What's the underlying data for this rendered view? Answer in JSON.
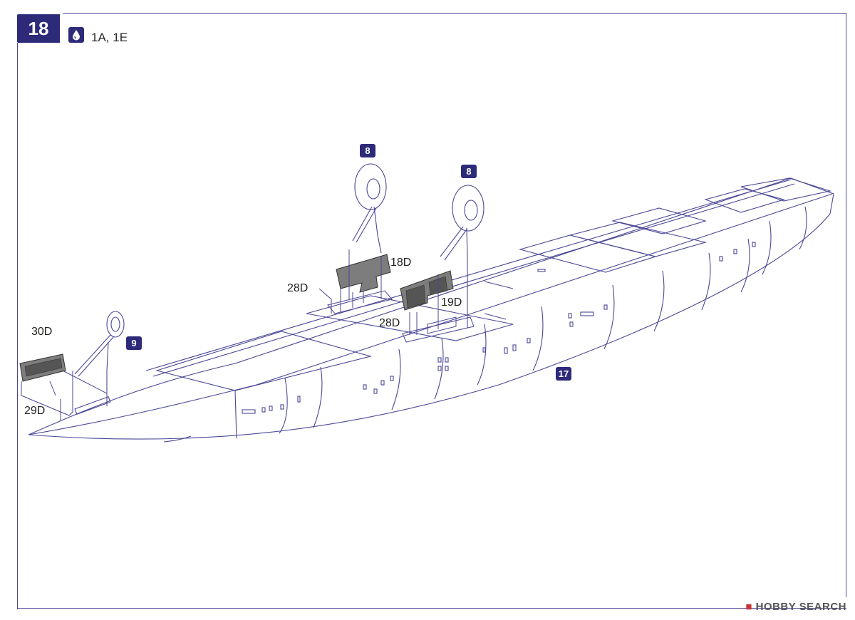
{
  "header": {
    "step_number": "18",
    "glue_parts": "1A, 1E"
  },
  "step_refs": {
    "main_gear_left": "8",
    "main_gear_right": "8",
    "nose_gear": "9",
    "fuselage": "17"
  },
  "parts": {
    "p18d": "18D",
    "p19d": "19D",
    "p28d_a": "28D",
    "p28d_b": "28D",
    "p30d": "30D",
    "p29d": "29D"
  },
  "watermark": {
    "text": "HOBBY SEARCH"
  },
  "colors": {
    "line": "#4a4796",
    "badge": "#2d2a7a",
    "part_fill": "#7d7d7d",
    "part_dark": "#555555"
  },
  "icons": {
    "glue": "glue-drop-icon"
  }
}
